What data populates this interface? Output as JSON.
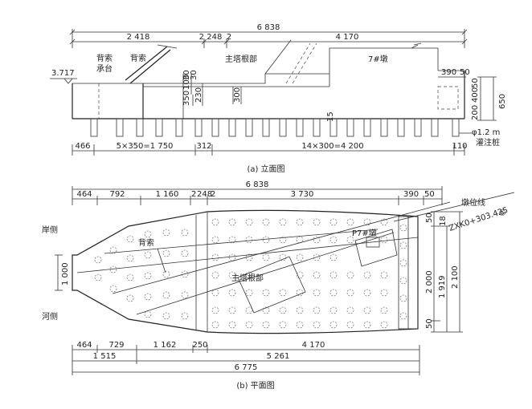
{
  "elevation": {
    "top_dims": {
      "total": "6 838",
      "seg_left": "2 418",
      "seg_mid": "2 248",
      "seg_mid2": "2",
      "seg_right": "4 170"
    },
    "labels": {
      "level": "3.717",
      "back_cable_cap_1": "背索",
      "back_cable_cap_2": "承台",
      "back_cable": "背索",
      "tower_root": "主塔根部",
      "pier": "7#墩",
      "pile_1": "φ1.2 m",
      "pile_2": "灌注桩"
    },
    "side_dims": {
      "d350": "350",
      "d100": "100",
      "d30a": "30",
      "d30b": "30",
      "d230": "230",
      "d300": "300",
      "d15": "15",
      "d390": "390",
      "d50": "50",
      "d200": "200",
      "d400": "400",
      "d50b": "50",
      "d650": "650"
    },
    "bottom_dims": {
      "d466": "466",
      "d1750": "5×350=1 750",
      "d312": "312",
      "d4200": "14×300=4 200",
      "d110": "110"
    },
    "caption": "(a) 立面图"
  },
  "plan": {
    "top_dims": {
      "total": "6 838",
      "d464": "464",
      "d792": "792",
      "d1160": "1 160",
      "d2": "2",
      "d248": "248",
      "d2b": "2",
      "d3730": "3 730",
      "d390": "390",
      "d50": "50"
    },
    "labels": {
      "bank": "岸侧",
      "river": "河侧",
      "back_cable": "背索",
      "tower_root": "主塔根部",
      "pier": "P7#墩",
      "pier_line": "墩位线",
      "station": "ZXK0+303.425",
      "circle": "⑤"
    },
    "side_dims": {
      "d1000": "1 000",
      "d50": "50",
      "d18": "18",
      "d2000": "2 000",
      "d1919": "1 919",
      "d2100": "2 100",
      "d50b": "50"
    },
    "bottom_dims": {
      "d464": "464",
      "d729": "729",
      "d1162": "1 162",
      "d250": "250",
      "d4170": "4 170",
      "d1515": "1 515",
      "d5261": "5 261",
      "d6775": "6 775"
    },
    "caption": "(b) 平面图"
  }
}
